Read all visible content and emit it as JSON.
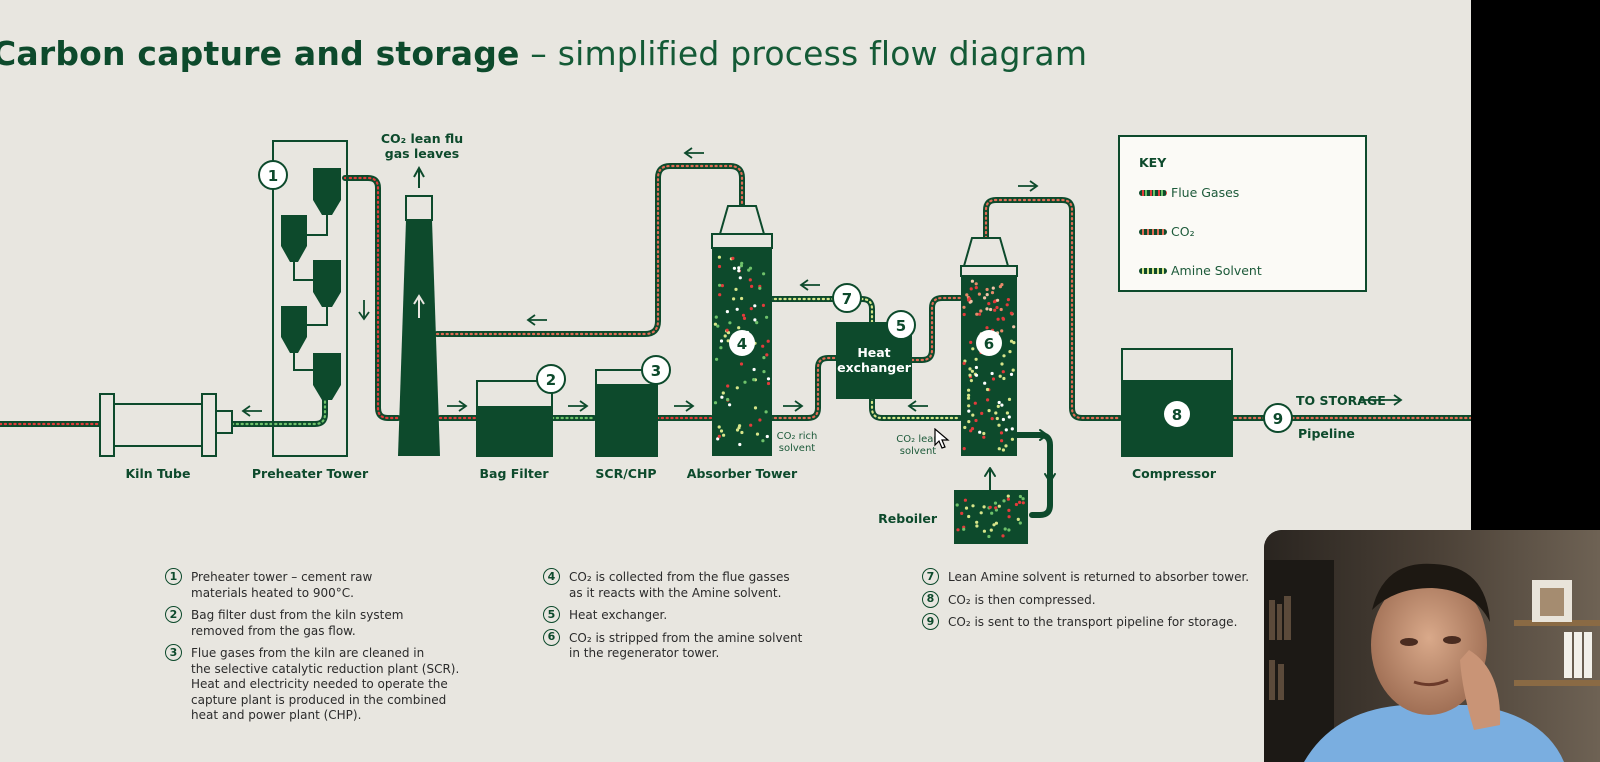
{
  "title": {
    "bold": "Carbon capture and storage",
    "light": " – simplified process flow diagram"
  },
  "labels": {
    "kiln_tube": "Kiln Tube",
    "preheater_tower": "Preheater Tower",
    "bag_filter": "Bag Filter",
    "scr_chp": "SCR/CHP",
    "absorber_tower": "Absorber Tower",
    "compressor": "Compressor",
    "reboiler": "Reboiler",
    "heat_exchanger_line1": "Heat",
    "heat_exchanger_line2": "exchanger",
    "lean_flu_line1": "CO₂ lean flu",
    "lean_flu_line2": "gas leaves",
    "co2_rich_line1": "CO₂ rich",
    "co2_rich_line2": "solvent",
    "co2_lean_line1": "CO₂ lean",
    "co2_lean_line2": "solvent",
    "to_storage": "TO STORAGE",
    "pipeline": "Pipeline"
  },
  "step_numbers": [
    "1",
    "2",
    "3",
    "4",
    "5",
    "6",
    "7",
    "8",
    "9"
  ],
  "key": {
    "title": "KEY",
    "items": [
      {
        "label": "Flue Gases",
        "color": "#e23b3b"
      },
      {
        "label": "CO₂",
        "color": "#e26b55"
      },
      {
        "label": "Amine Solvent",
        "color": "#d7e58a"
      }
    ]
  },
  "notes": [
    {
      "num": "1",
      "text": "Preheater tower – cement raw\nmaterials heated to 900°C."
    },
    {
      "num": "2",
      "text": "Bag filter dust from the kiln system\nremoved from the gas flow."
    },
    {
      "num": "3",
      "text": "Flue gases from the kiln are cleaned in\nthe selective catalytic reduction plant (SCR).\nHeat and electricity needed to operate the\ncapture plant is produced in the combined\nheat and power plant (CHP)."
    },
    {
      "num": "4",
      "text": "CO₂ is collected from the flue gasses\nas it reacts with the Amine solvent."
    },
    {
      "num": "5",
      "text": "Heat exchanger."
    },
    {
      "num": "6",
      "text": "CO₂ is stripped from the amine solvent\nin the regenerator tower."
    },
    {
      "num": "7",
      "text": "Lean Amine solvent is returned to absorber tower."
    },
    {
      "num": "8",
      "text": "CO₂ is then compressed."
    },
    {
      "num": "9",
      "text": "CO₂ is sent to the transport pipeline for storage."
    }
  ],
  "colors": {
    "background": "#e8e6e0",
    "primary_green": "#0d4a2c",
    "flue_dot_red": "#e23b3b",
    "amine_dot": "#d7e58a",
    "green_dot": "#6fc26b"
  }
}
